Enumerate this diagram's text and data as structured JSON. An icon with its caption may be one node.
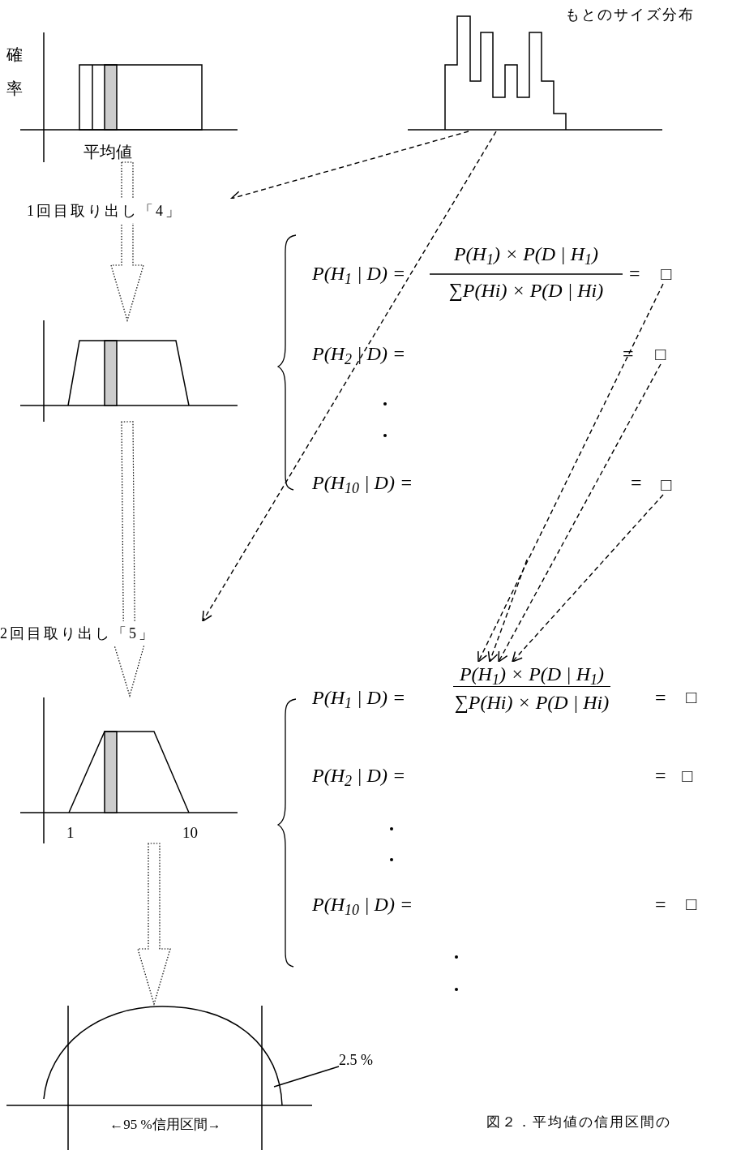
{
  "diagram": {
    "caption": "図２．平均値の信用区間の",
    "nodes": [
      {
        "text": [],
        "shape": "picture",
        "beside": [
          "もとのサイズ分布"
        ]
      },
      {
        "text": [
          "1回目取り出し「4」"
        ]
      },
      {
        "text": [
          "2回目取り出し「5」"
        ]
      },
      {
        "text": [],
        "shape": "picture"
      },
      {
        "text": [],
        "shape": "picture"
      },
      {
        "text": [],
        "shape": "picture"
      },
      {
        "text": [],
        "shape": "picture"
      },
      {
        "text": [
          "□"
        ]
      },
      {
        "text": [
          "□"
        ]
      },
      {
        "text": [
          "□"
        ]
      },
      {
        "text": [
          "□"
        ]
      },
      {
        "text": [
          "□"
        ]
      },
      {
        "text": [
          "□"
        ]
      },
      {
        "text": [
          "P(H$_{1}$) × P(D | H$_{1}$)",
          "∑P(Hi) × P(D | Hi)"
        ]
      },
      {
        "text": [
          "2.5 %"
        ]
      }
    ],
    "edges": [
      {
        "from": 0,
        "to": 1,
        "arrow": "to",
        "style": "dashed"
      },
      {
        "from": 0,
        "to": 2,
        "arrow": "to",
        "style": "dashed"
      },
      {
        "from": 3,
        "to": 4,
        "arrow": "to",
        "style": "thick"
      },
      {
        "from": 4,
        "to": 5,
        "arrow": "to",
        "style": "thick"
      },
      {
        "from": 5,
        "to": 6,
        "arrow": "to",
        "style": "thick"
      },
      {
        "from": 7,
        "to": 13,
        "arrow": "to",
        "style": "dashed"
      },
      {
        "from": 8,
        "to": 13,
        "arrow": "to",
        "style": "dashed"
      },
      {
        "from": 9,
        "to": 13,
        "arrow": "to",
        "style": "dashed"
      },
      {
        "from": null,
        "to": 13,
        "arrow": "to",
        "style": "dashed"
      },
      {
        "from": 14,
        "to": 6,
        "arrow": "none"
      }
    ],
    "labels": [
      "確率",
      "平均値",
      "P(H$_{1}$ | D) =",
      "P(H$_{1}$) × P(D | H$_{1}$)",
      "∑P(Hi) × P(D | Hi)",
      "=",
      "P(H$_{2}$ | D) =",
      "=",
      "P(H$_{10}$ | D) =",
      "=",
      "P(H$_{1}$ | D) =",
      "=",
      "P(H$_{2}$ | D) =",
      "=",
      "P(H$_{10}$ | D) =",
      "=",
      "1",
      "10",
      "←95 %信用区間→"
    ]
  }
}
